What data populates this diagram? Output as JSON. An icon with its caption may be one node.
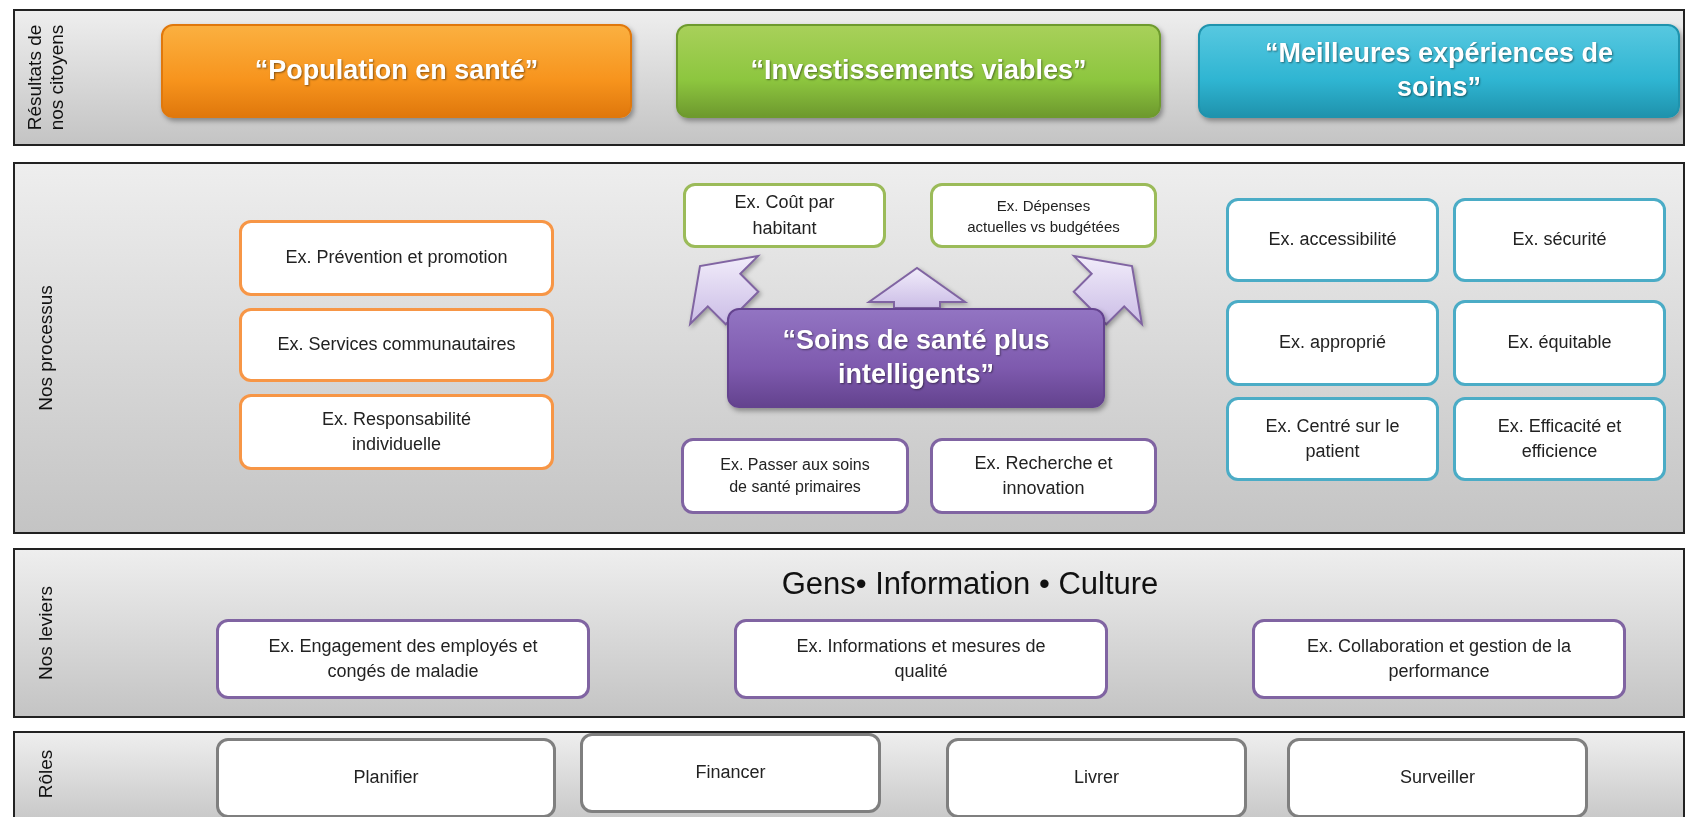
{
  "diagram": {
    "nodes": [
      {
        "text": [
          "Résultats de nos citoyens"
        ]
      },
      {
        "text": [
          "“Population en santé”"
        ],
        "in": 0
      },
      {
        "text": [
          "“Investissements viables”"
        ],
        "in": 0
      },
      {
        "text": [
          "“Meilleures expériences de soins”"
        ],
        "in": 0
      },
      {
        "text": [
          "Nos processus"
        ]
      },
      {
        "text": [
          "Ex. Prévention et promotion"
        ],
        "in": 4
      },
      {
        "text": [
          "Ex. Services communautaires"
        ],
        "in": 4
      },
      {
        "text": [
          "Ex. Responsabilité individuelle"
        ],
        "in": 4
      },
      {
        "text": [
          "Ex. Coût par habitant"
        ],
        "in": 4
      },
      {
        "text": [
          "Ex. Dépenses actuelles vs budgétées"
        ],
        "in": 4
      },
      {
        "text": [
          "“Soins de santé plus intelligents”"
        ],
        "in": 4
      },
      {
        "text": [
          "Ex. accessibilité"
        ],
        "in": 4
      },
      {
        "text": [
          "Ex. sécurité"
        ],
        "in": 4
      },
      {
        "text": [
          "Ex. approprié"
        ],
        "in": 4
      },
      {
        "text": [
          "Ex. équitable"
        ],
        "in": 4
      },
      {
        "text": [
          "Ex. Passer aux soins de santé primaires"
        ],
        "in": 4
      },
      {
        "text": [
          "Ex. Recherche et innovation"
        ],
        "in": 4
      },
      {
        "text": [
          "Ex. Centré sur le patient"
        ],
        "in": 4
      },
      {
        "text": [
          "Ex. Efficacité et efficience"
        ],
        "in": 4
      },
      {
        "text": [
          "Nos leviers"
        ]
      },
      {
        "text": [
          "Ex. Engagement des employés et congés de maladie"
        ],
        "in": 19
      },
      {
        "text": [
          "Ex. Informations et mesures de qualité"
        ],
        "in": 19
      },
      {
        "text": [
          "Ex. Collaboration et gestion de la performance"
        ],
        "in": 19
      },
      {
        "text": [
          "Rôles"
        ]
      },
      {
        "text": [
          "Planifier"
        ],
        "in": 23
      },
      {
        "text": [
          "Financer"
        ],
        "in": 23
      },
      {
        "text": [
          "Livrer"
        ],
        "in": 23
      },
      {
        "text": [
          "Surveiller"
        ],
        "in": 23
      }
    ],
    "edges": [
      {
        "from": 10,
        "to": null,
        "arrow": "to"
      },
      {
        "from": 10,
        "to": null,
        "arrow": "to"
      },
      {
        "from": 10,
        "to": null,
        "arrow": "to"
      }
    ],
    "labels": [
      "Gens• Information • Culture"
    ]
  }
}
